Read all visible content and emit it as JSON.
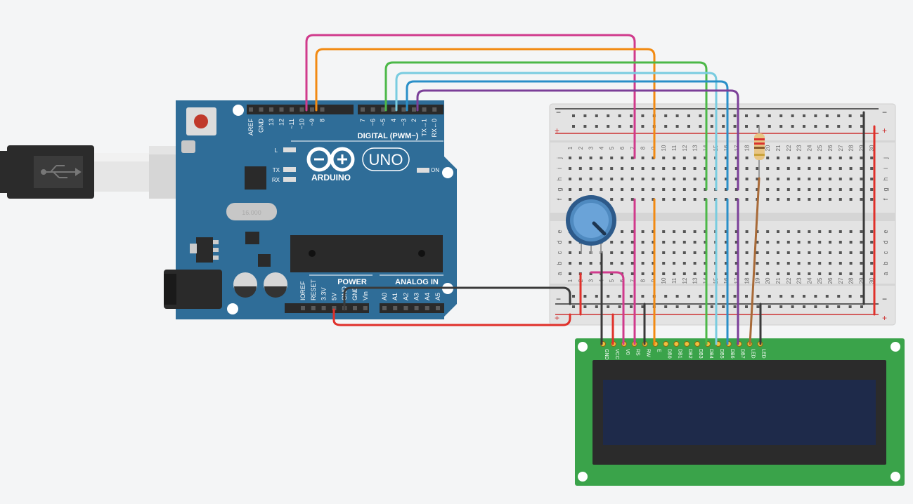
{
  "canvas": {
    "background": "#f4f5f6"
  },
  "arduino": {
    "board_color": "#2f6d98",
    "logo_text": "ARDUINO",
    "model": "UNO",
    "on_label": "ON",
    "l_label": "L",
    "tx_label": "TX",
    "rx_label": "RX",
    "digital_label": "DIGITAL (PWM~)",
    "power_label": "POWER",
    "analog_label": "ANALOG IN",
    "crystal_text": "16.000",
    "digital_pins_left": [
      "AREF",
      "GND",
      "13",
      "12",
      "~11",
      "~10",
      "~9",
      "8"
    ],
    "digital_pins_right": [
      "7",
      "~6",
      "~5",
      "4",
      "~3",
      "2",
      "TX→1",
      "RX←0"
    ],
    "power_pins": [
      "IOREF",
      "RESET",
      "3.3V",
      "5V",
      "GND",
      "GND",
      "Vin"
    ],
    "analog_pins": [
      "A0",
      "A1",
      "A2",
      "A3",
      "A4",
      "A5"
    ]
  },
  "usb_cable": {
    "icon": "usb-icon"
  },
  "breadboard": {
    "row_letters_top": [
      "j",
      "i",
      "h",
      "g",
      "f"
    ],
    "row_letters_bottom": [
      "e",
      "d",
      "c",
      "b",
      "a"
    ],
    "columns": [
      "1",
      "2",
      "3",
      "4",
      "5",
      "6",
      "7",
      "8",
      "9",
      "10",
      "11",
      "12",
      "13",
      "14",
      "15",
      "16",
      "17",
      "18",
      "19",
      "20",
      "21",
      "22",
      "23",
      "24",
      "25",
      "26",
      "27",
      "28",
      "29",
      "30"
    ],
    "rail_minus": "−",
    "rail_plus": "+"
  },
  "potentiometer": {
    "color": "#2d5a8a"
  },
  "resistor": {
    "bands": [
      "#d9322f",
      "#d9322f",
      "#8a5a2b",
      "#c9a23a"
    ]
  },
  "lcd": {
    "board_color": "#3aa34a",
    "screen_color": "#1e2a4a",
    "pins": [
      "GND",
      "VCC",
      "V0",
      "RS",
      "RW",
      "E",
      "DB0",
      "DB1",
      "DB2",
      "DB3",
      "DB4",
      "DB5",
      "DB6",
      "DB7",
      "LED",
      "LED"
    ]
  },
  "wire_colors": {
    "magenta": "#d03a8c",
    "orange": "#f28a12",
    "green": "#4cb848",
    "light_blue": "#79cce0",
    "blue": "#2a8fc8",
    "purple": "#7b3f98",
    "red": "#e0302a",
    "black": "#3a3a3a",
    "brown": "#a86a38"
  }
}
